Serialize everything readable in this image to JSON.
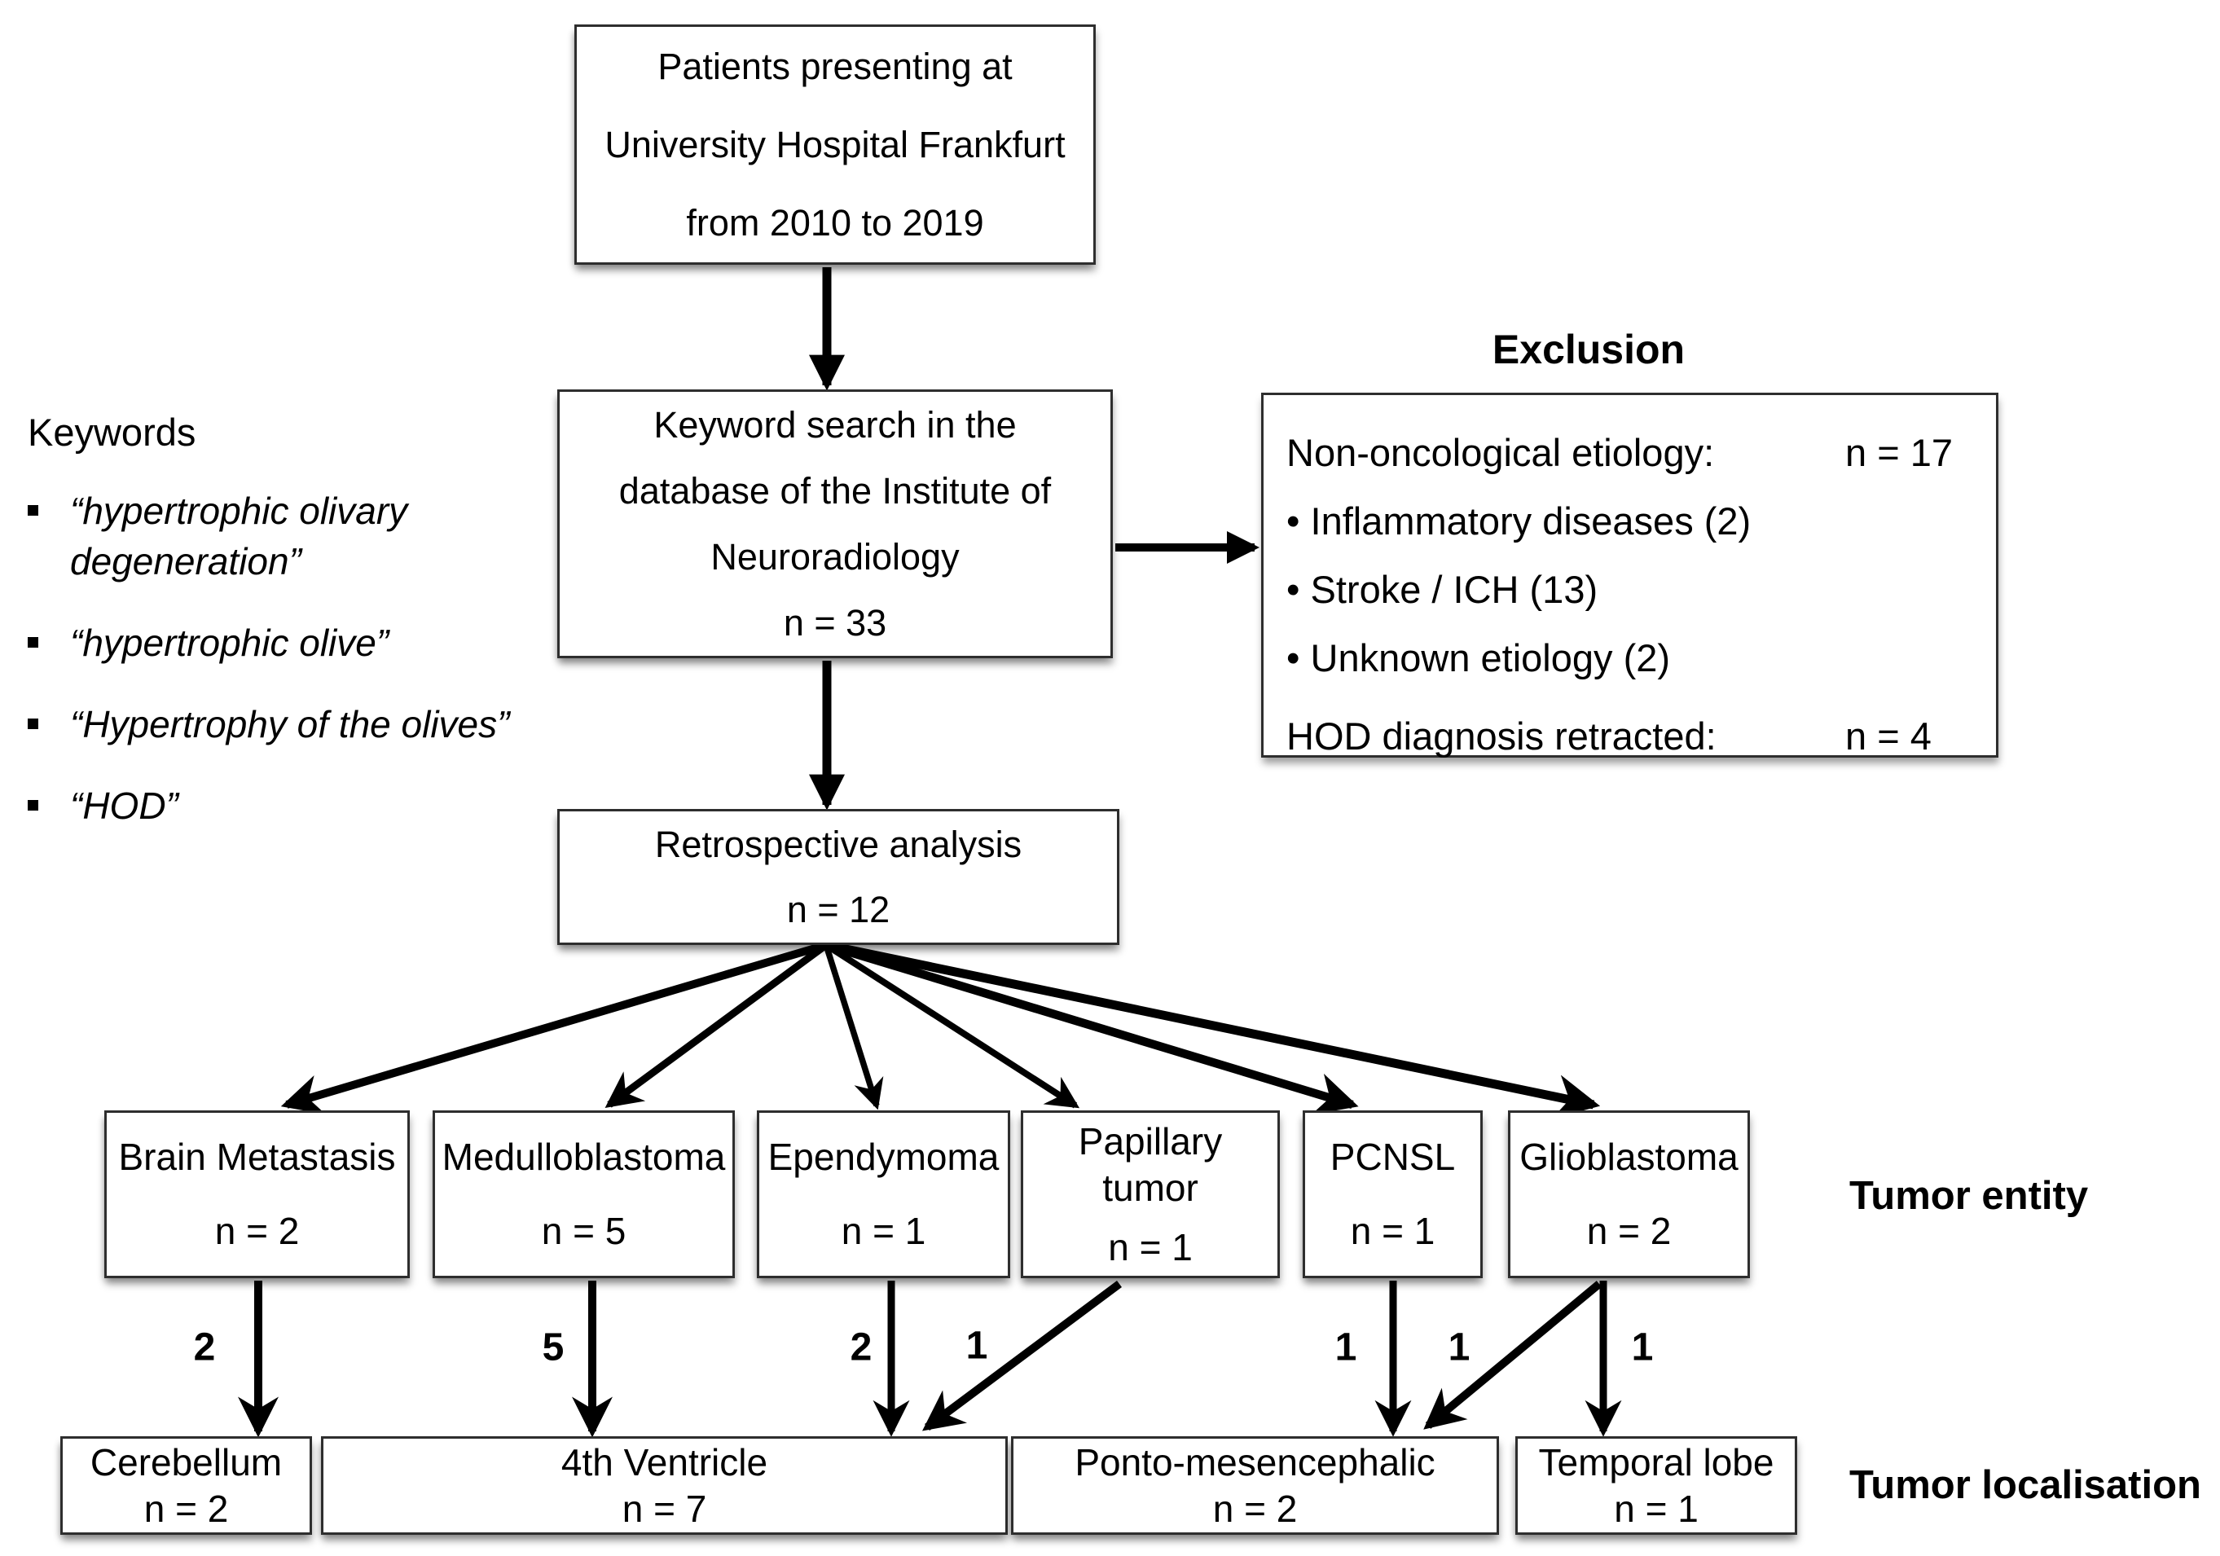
{
  "flow": {
    "patients_box": {
      "line1": "Patients presenting at",
      "line2": "University Hospital Frankfurt",
      "line3": "from 2010 to 2019"
    },
    "search_box": {
      "line1": "Keyword search in the",
      "line2": "database of the Institute of",
      "line3": "Neuroradiology",
      "n": "n = 33"
    },
    "retrospective_box": {
      "line1": "Retrospective analysis",
      "n": "n = 12"
    }
  },
  "keywords": {
    "heading": "Keywords",
    "items": [
      "“hypertrophic olivary degeneration”",
      "“hypertrophic olive”",
      "“Hypertrophy of the olives”",
      "“HOD”"
    ]
  },
  "exclusion": {
    "title": "Exclusion",
    "rows": [
      {
        "text": "Non-oncological etiology:",
        "n": "n = 17"
      },
      {
        "text": "• Inflammatory diseases (2)",
        "n": ""
      },
      {
        "text": "• Stroke / ICH (13)",
        "n": ""
      },
      {
        "text": "• Unknown etiology (2)",
        "n": ""
      },
      {
        "text": "HOD diagnosis retracted:",
        "n": "n = 4"
      }
    ]
  },
  "entities": [
    {
      "line1": "Brain Metastasis",
      "line2": "",
      "n": "n = 2"
    },
    {
      "line1": "Medulloblastoma",
      "line2": "",
      "n": "n = 5"
    },
    {
      "line1": "Ependymoma",
      "line2": "",
      "n": "n = 1"
    },
    {
      "line1": "Papillary",
      "line2": "tumor",
      "n": "n = 1"
    },
    {
      "line1": "PCNSL",
      "line2": "",
      "n": "n = 1"
    },
    {
      "line1": "Glioblastoma",
      "line2": "",
      "n": "n = 2"
    }
  ],
  "localisations": [
    {
      "name": "Cerebellum",
      "n": "n = 2"
    },
    {
      "name": "4th Ventricle",
      "n": "n = 7"
    },
    {
      "name": "Ponto-mesencephalic",
      "n": "n = 2"
    },
    {
      "name": "Temporal lobe",
      "n": "n = 1"
    }
  ],
  "arrow_counts": {
    "brain_metastasis": "2",
    "medulloblastoma": "5",
    "ependymoma": "2",
    "papillary_tumor": "1",
    "pcnsl": "1",
    "glioblastoma_left": "1",
    "glioblastoma_right": "1"
  },
  "side_labels": {
    "entity": "Tumor entity",
    "localisation": "Tumor localisation"
  },
  "colors": {
    "arrow": "#000000",
    "box_border": "#2e2e2e",
    "text": "#000000",
    "background": "#ffffff"
  }
}
